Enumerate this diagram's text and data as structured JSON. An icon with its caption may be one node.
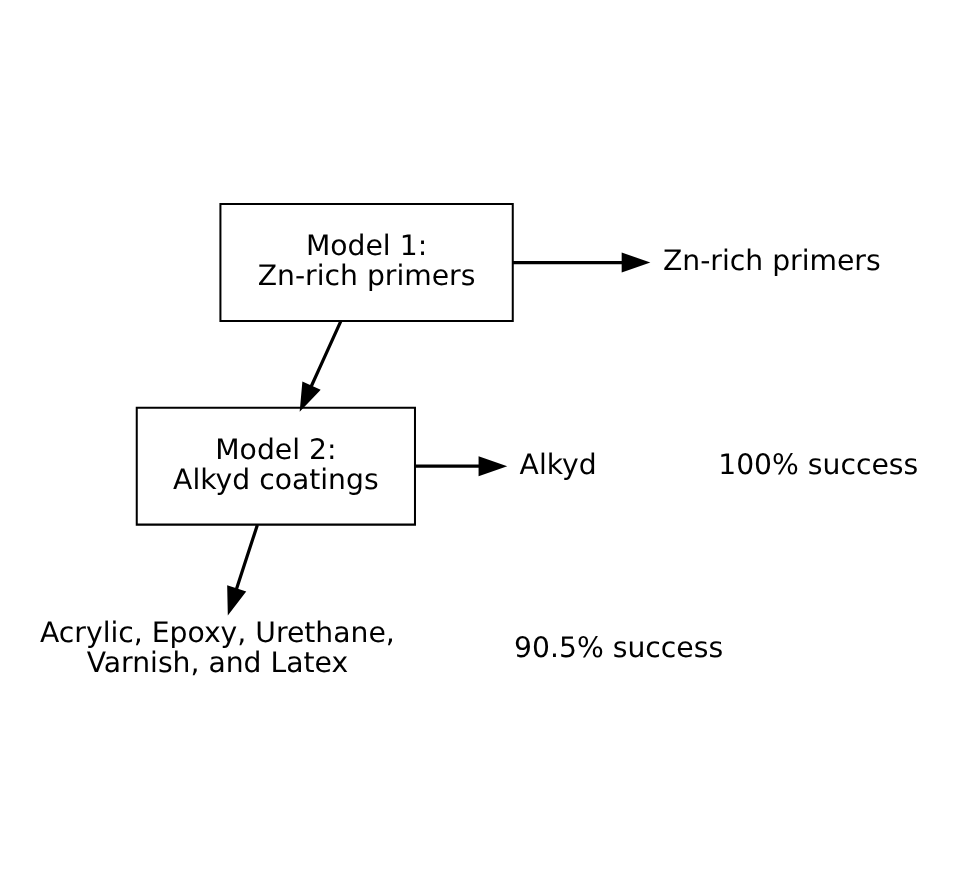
{
  "diagram": {
    "nodes": [
      {
        "text": [
          "Model 1: Zn-rich primers"
        ]
      },
      {
        "text": [
          "Zn-rich primers"
        ]
      },
      {
        "text": [
          "Model 2: Alkyd coatings"
        ]
      },
      {
        "text": [
          "Alkyd"
        ]
      },
      {
        "text": [
          "Acrylic, Epoxy, Urethane, Varnish, and Latex"
        ]
      }
    ],
    "edges": [
      {
        "from": 0,
        "to": 1,
        "arrow": "to"
      },
      {
        "from": 0,
        "to": 2,
        "arrow": "to"
      },
      {
        "from": 2,
        "to": 3,
        "arrow": "to"
      },
      {
        "from": 2,
        "to": 4,
        "arrow": "to"
      }
    ],
    "labels": [
      "100% success",
      "90.5% success"
    ]
  }
}
